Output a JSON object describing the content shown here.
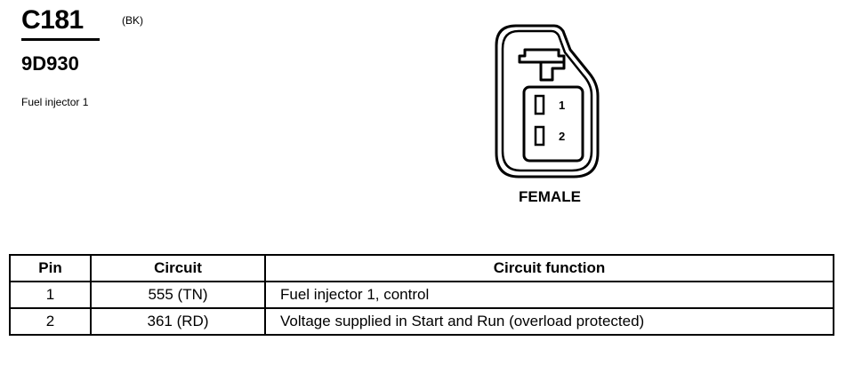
{
  "header": {
    "connector_id": "C181",
    "color_code": "(BK)",
    "part_number": "9D930",
    "description": "Fuel injector 1"
  },
  "connector": {
    "gender": "FEMALE",
    "pins": [
      {
        "number": "1"
      },
      {
        "number": "2"
      }
    ]
  },
  "table": {
    "headers": {
      "pin": "Pin",
      "circuit": "Circuit",
      "function": "Circuit function"
    },
    "rows": [
      {
        "pin": "1",
        "circuit": "555 (TN)",
        "function": "Fuel injector 1, control"
      },
      {
        "pin": "2",
        "circuit": "361 (RD)",
        "function": "Voltage supplied in Start and Run (overload protected)"
      }
    ]
  }
}
